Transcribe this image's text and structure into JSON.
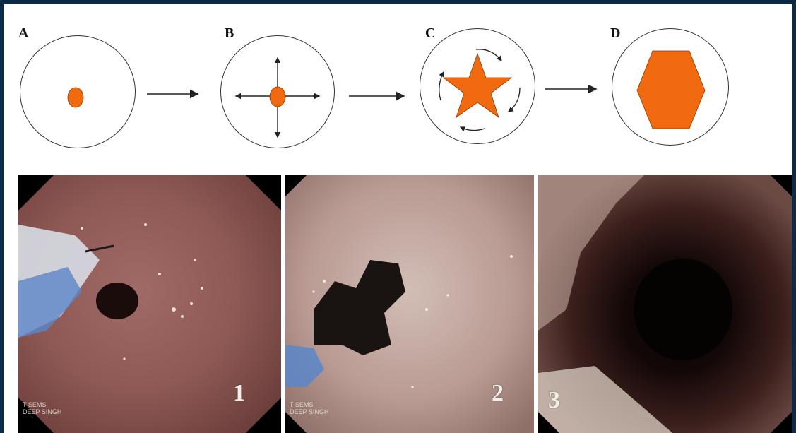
{
  "diagram": {
    "panels": [
      {
        "label": "A",
        "shape": "small-dot"
      },
      {
        "label": "B",
        "shape": "dot-with-radial-arrows"
      },
      {
        "label": "C",
        "shape": "star-with-rotation-arrows"
      },
      {
        "label": "D",
        "shape": "hexagon"
      }
    ],
    "fill_color": "#f26a0f"
  },
  "photos": [
    {
      "number": "1",
      "caption": "T SEMS\nDEEP SINGH"
    },
    {
      "number": "2",
      "caption": "T SEMS\nDEEP SINGH"
    },
    {
      "number": "3",
      "caption": ""
    }
  ]
}
